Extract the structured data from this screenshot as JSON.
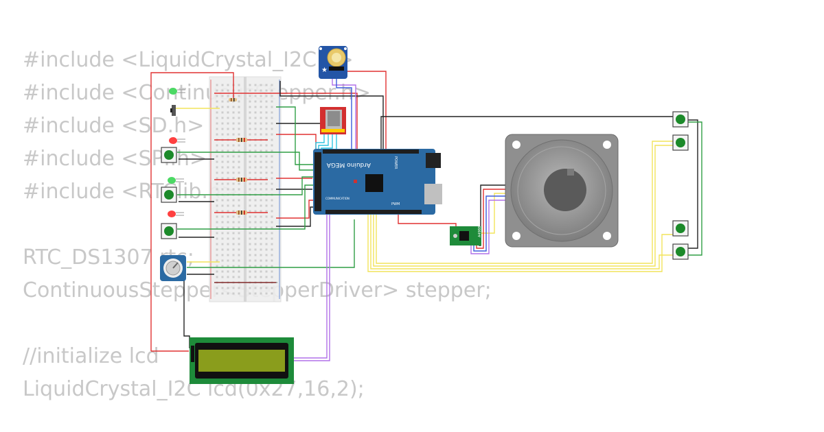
{
  "code_lines": [
    "#include <LiquidCrystal_I2C.h>",
    "#include <ContinuousStepper.h>",
    "#include <SD.h>",
    "#include <SPI.h>",
    "#include <RTClib.h>",
    "",
    "RTC_DS1307 rtc;",
    "ContinuousStepper<StepperDriver> stepper;",
    "",
    "//initialize lcd",
    "LiquidCrystal_I2C lcd(0x27,16,2);"
  ],
  "board": {
    "name": "Arduino MEGA",
    "power_label": "POWER",
    "pwm_label": "PWM",
    "communication_label": "COMMUNICATION"
  },
  "driver": {
    "label": "A4988"
  },
  "colors": {
    "wire_red": "#e03131",
    "wire_black": "#222222",
    "wire_green": "#2f9e44",
    "wire_yellow": "#f2e35a",
    "wire_purple": "#b070e8",
    "wire_blue": "#3b5bdb",
    "wire_cyan": "#2fc4e0",
    "board_blue": "#2b6aa3",
    "button_green": "#1c8a2a",
    "lcd_green": "#1e8b3a",
    "lcd_screen": "#8a9d1c",
    "motor_gray": "#8f8f8f"
  }
}
